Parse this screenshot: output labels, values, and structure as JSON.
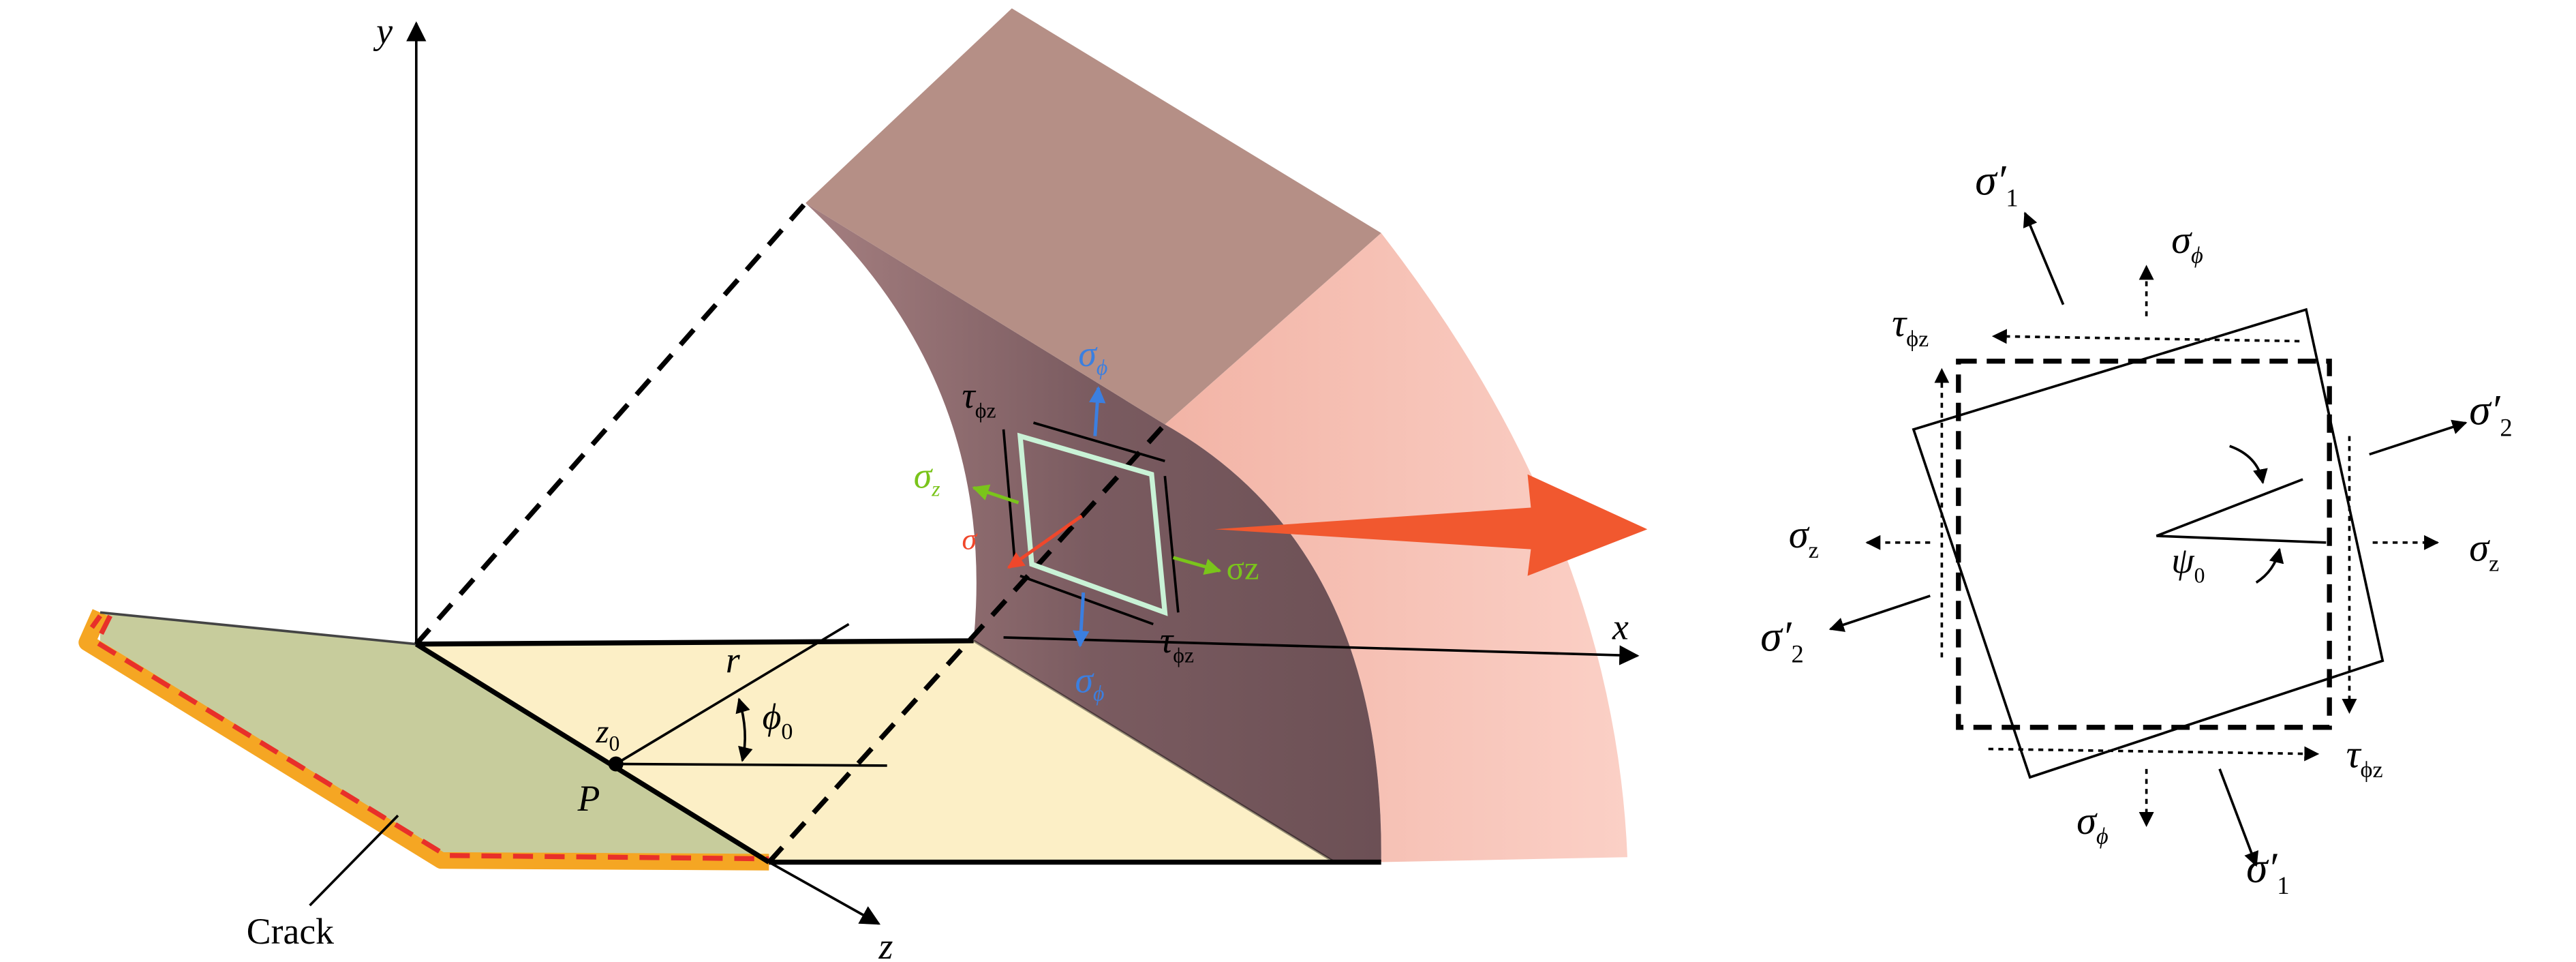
{
  "figure": {
    "labels": {
      "axis_y": "y",
      "axis_x": "x",
      "axis_z": "z",
      "radius": "r",
      "phi0_base": "ϕ",
      "phi0_sub": "0",
      "z0_base": "z",
      "z0_sub": "0",
      "point_p": "P",
      "crack": "Crack",
      "sigma": "σ",
      "sub_phi": "ϕ",
      "sub_z": "z",
      "tau": "τ",
      "sub_phiz": "ϕz",
      "sigma_z_green_right": "σz",
      "prime": "′",
      "sub_1": "1",
      "sub_2": "2",
      "psi_base": "ψ",
      "psi_sub": "0"
    },
    "colors": {
      "block_top": "#b58f86",
      "block_front": "#7a5b60",
      "block_side": "#f6bfb3",
      "plane_fill": "#fcefc6",
      "crack_fill": "#c7cc9c",
      "crack_border_orange": "#f5a623",
      "crack_border_red": "#e8302a",
      "element_outline": "#c9f2d6",
      "stress_phi_blue": "#3b7fe0",
      "stress_z_green": "#7ac41b",
      "stress_r_red": "#f0472b",
      "big_arrow": "#f1582f"
    }
  }
}
